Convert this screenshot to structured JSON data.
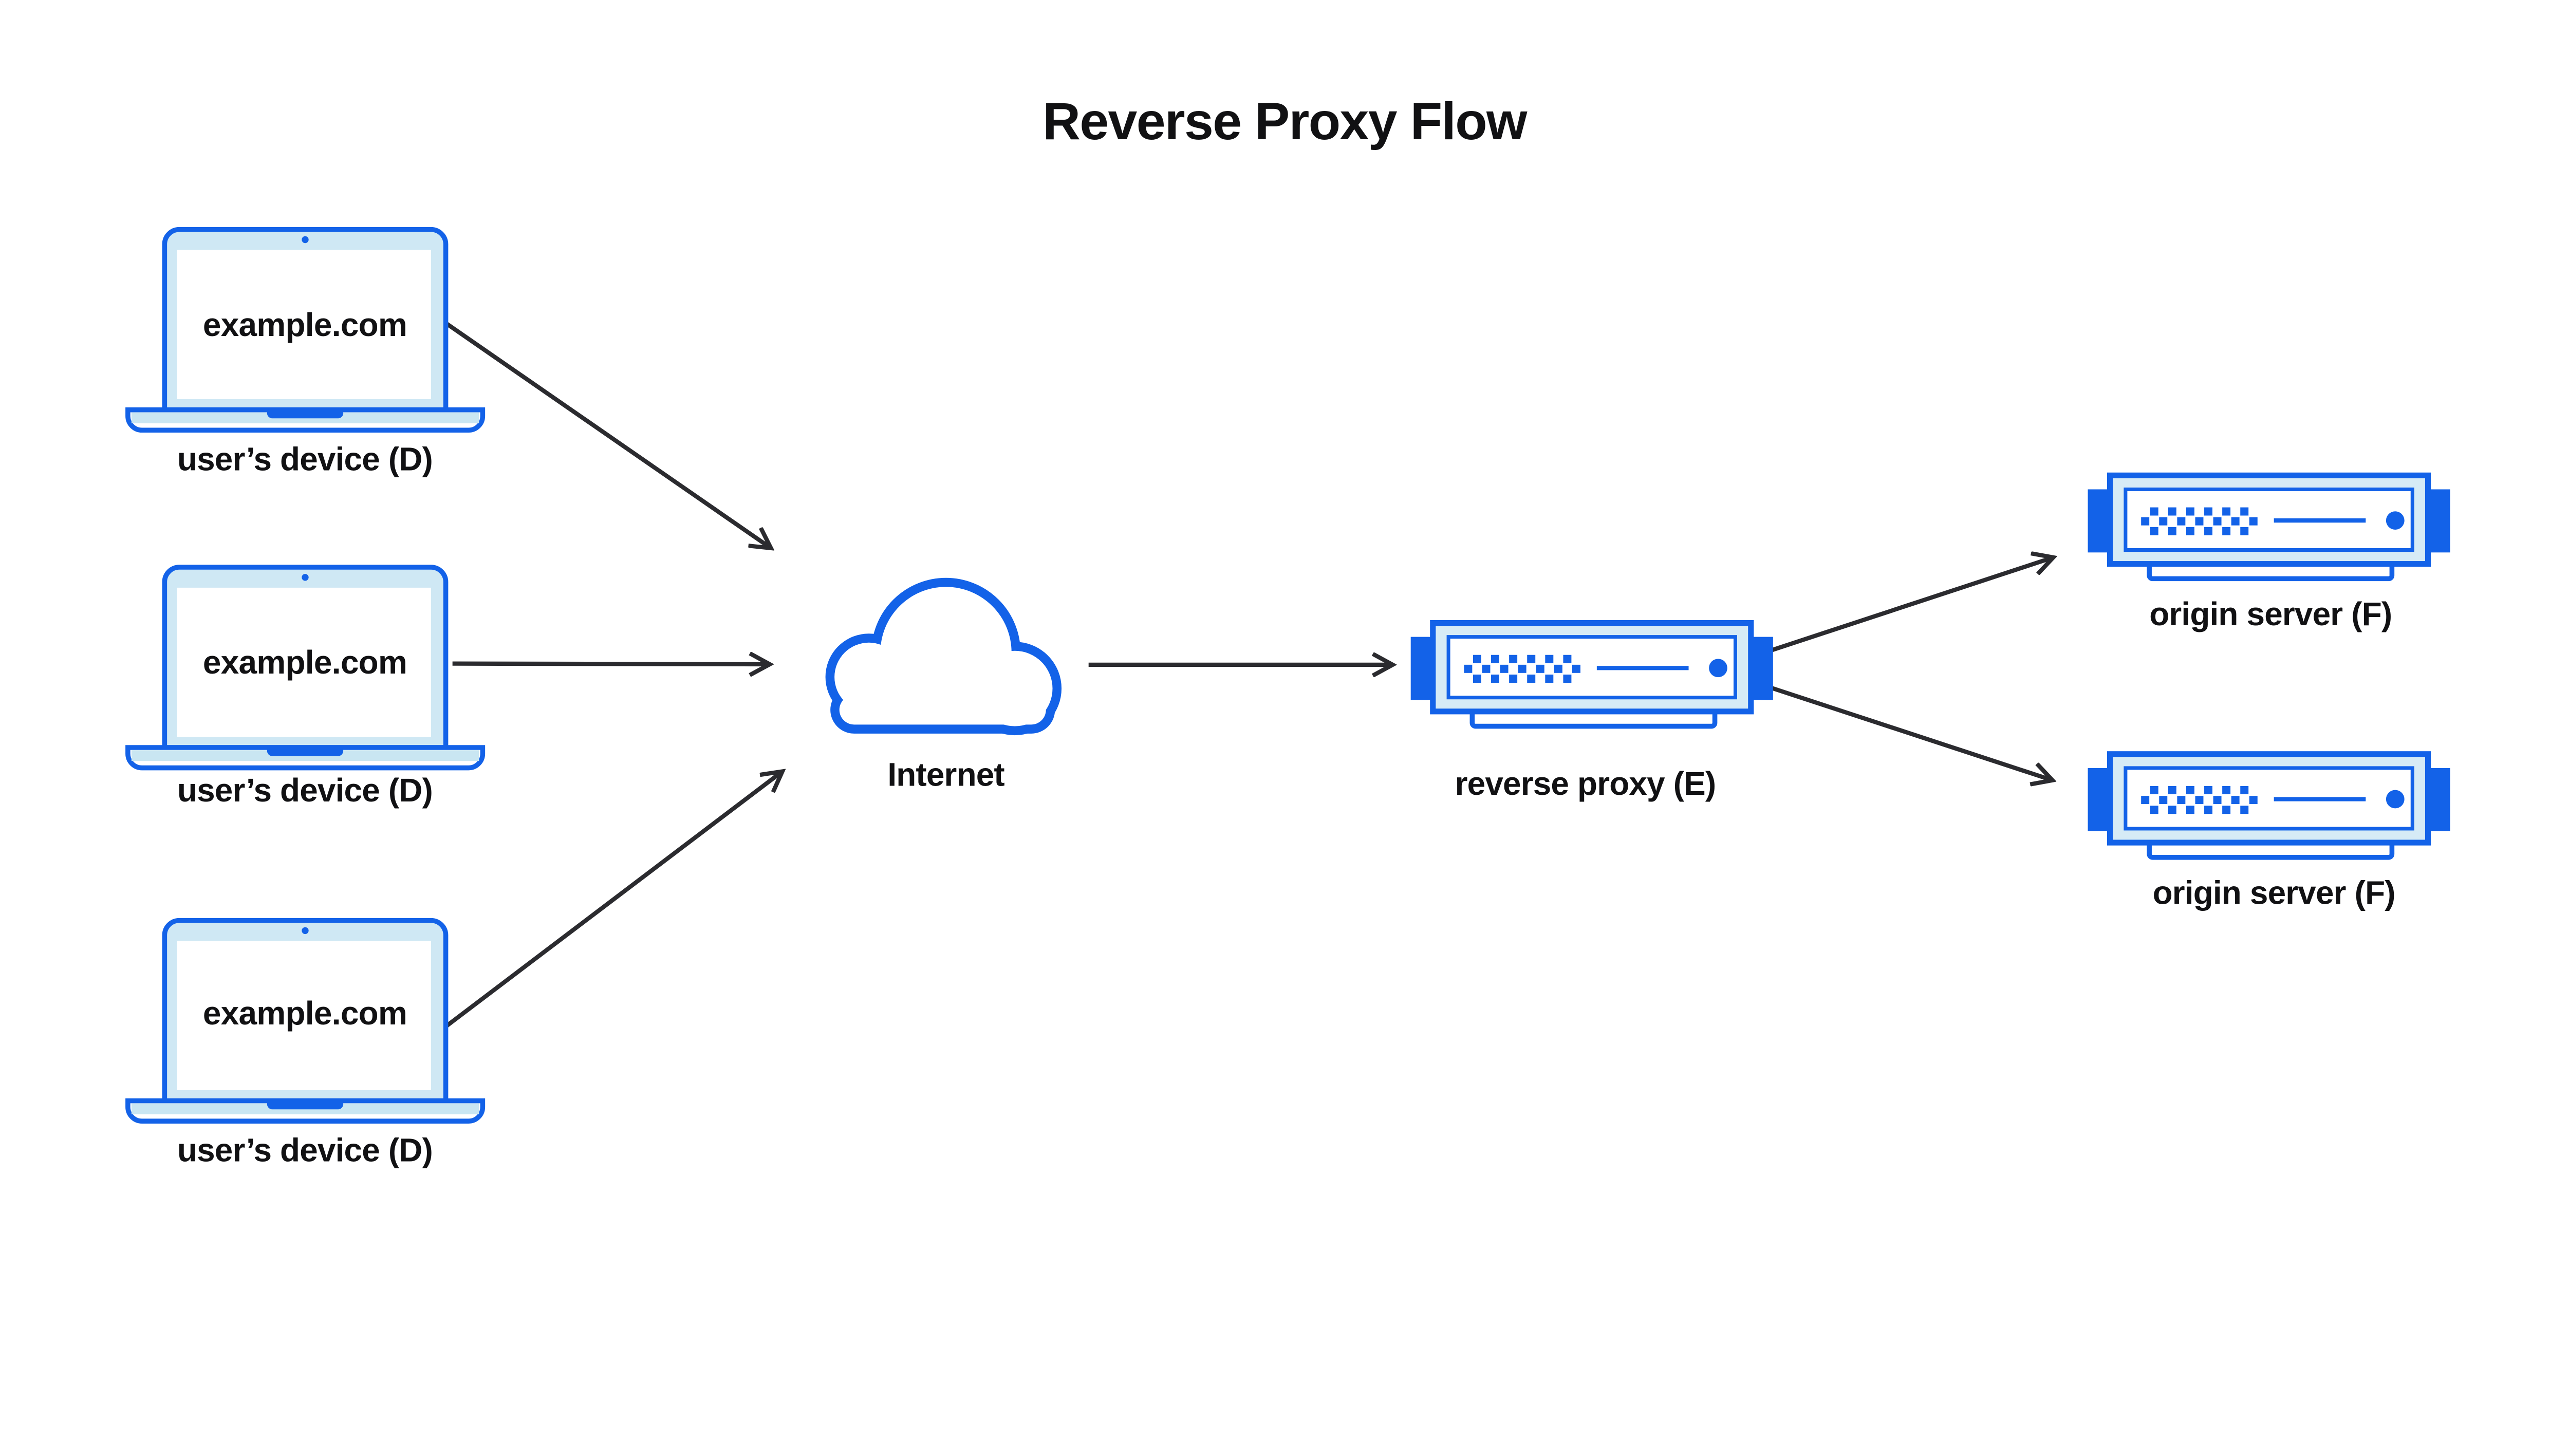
{
  "title": "Reverse Proxy Flow",
  "nodes": {
    "devices": [
      {
        "id": "user-device-1",
        "screen_text": "example.com",
        "label": "user’s device (D)"
      },
      {
        "id": "user-device-2",
        "screen_text": "example.com",
        "label": "user’s device (D)"
      },
      {
        "id": "user-device-3",
        "screen_text": "example.com",
        "label": "user’s device (D)"
      }
    ],
    "internet": {
      "id": "internet",
      "label": "Internet"
    },
    "reverse_proxy": {
      "id": "reverse-proxy",
      "label": "reverse proxy (E)"
    },
    "origin_servers": [
      {
        "id": "origin-server-1",
        "label": "origin server (F)"
      },
      {
        "id": "origin-server-2",
        "label": "origin server (F)"
      }
    ]
  },
  "connections": [
    {
      "from": "user-device-1",
      "to": "internet"
    },
    {
      "from": "user-device-2",
      "to": "internet"
    },
    {
      "from": "user-device-3",
      "to": "internet"
    },
    {
      "from": "internet",
      "to": "reverse-proxy"
    },
    {
      "from": "reverse-proxy",
      "to": "origin-server-1"
    },
    {
      "from": "reverse-proxy",
      "to": "origin-server-2"
    }
  ],
  "icons": [
    "laptop-icon",
    "cloud-icon",
    "server-icon",
    "arrowhead-icon",
    "webcam-icon",
    "led-icon"
  ],
  "colors": {
    "accent_blue": "#1362E8",
    "laptop_fill": "#CFE8F4",
    "server_bezel_fill": "#D6EBF6",
    "screen_white": "#FFFFFF",
    "arrow": "#2B2B2F",
    "text": "#111113",
    "background": "#FFFFFF"
  }
}
